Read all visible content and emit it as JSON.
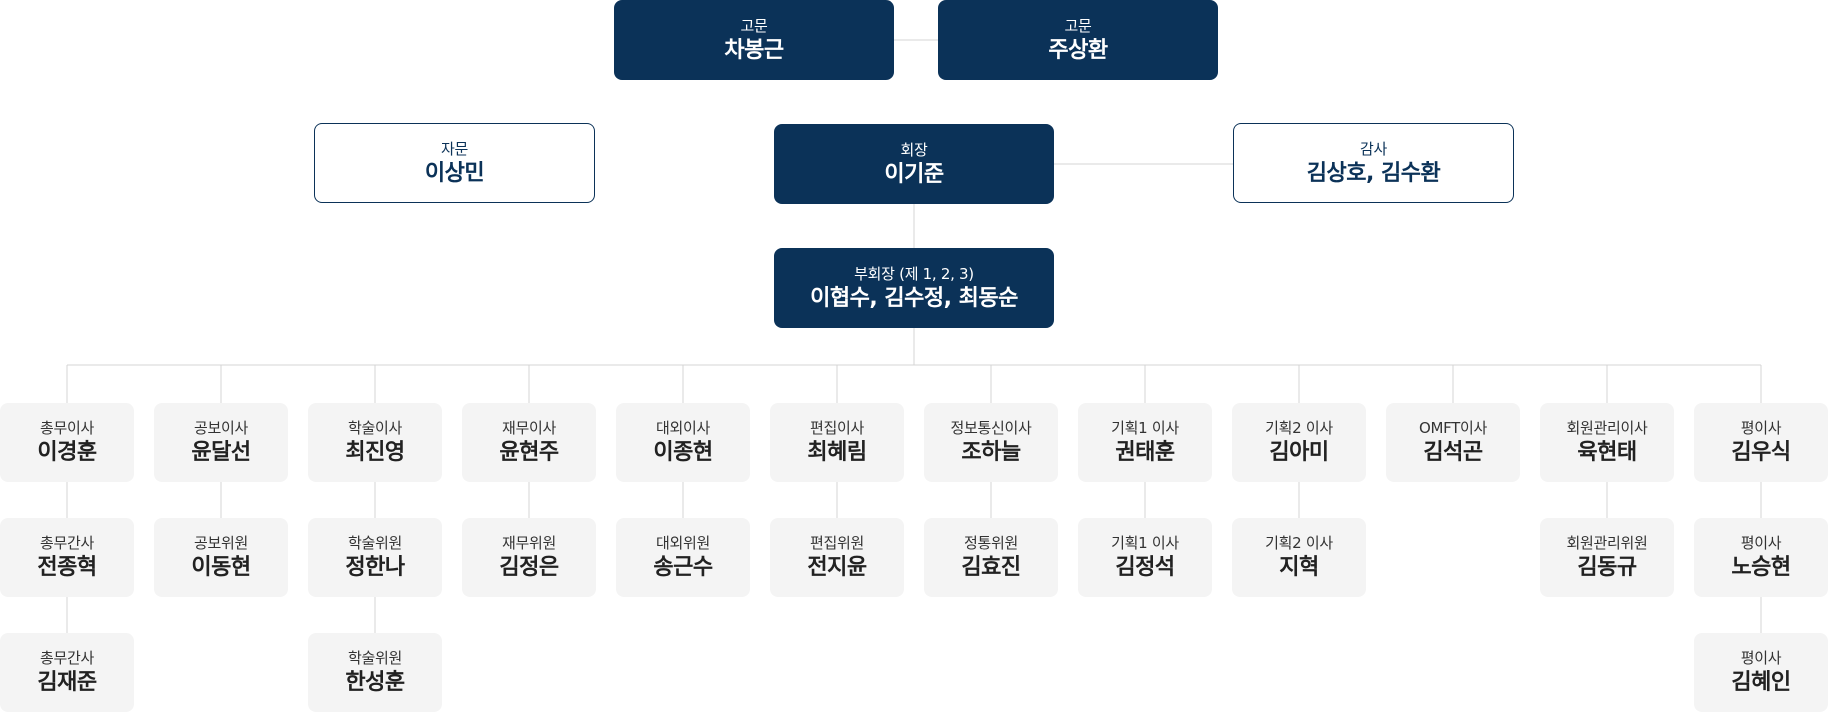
{
  "colors": {
    "primary": "#0b3258",
    "member_bg": "#f4f4f4",
    "line": "#d4d4d4"
  },
  "top": {
    "advisor1": {
      "role": "고문",
      "name": "차봉근"
    },
    "advisor2": {
      "role": "고문",
      "name": "주상환"
    },
    "consultant": {
      "role": "자문",
      "name": "이상민"
    },
    "president": {
      "role": "회장",
      "name": "이기준"
    },
    "auditor": {
      "role": "감사",
      "name": "김상호, 김수환"
    },
    "vice": {
      "role": "부회장 (제 1, 2, 3)",
      "name": "이협수, 김수정, 최동순"
    }
  },
  "columns": [
    {
      "members": [
        {
          "role": "총무이사",
          "name": "이경훈"
        },
        {
          "role": "총무간사",
          "name": "전종혁"
        },
        {
          "role": "총무간사",
          "name": "김재준"
        }
      ]
    },
    {
      "members": [
        {
          "role": "공보이사",
          "name": "윤달선"
        },
        {
          "role": "공보위원",
          "name": "이동현"
        }
      ]
    },
    {
      "members": [
        {
          "role": "학술이사",
          "name": "최진영"
        },
        {
          "role": "학술위원",
          "name": "정한나"
        },
        {
          "role": "학술위원",
          "name": "한성훈"
        }
      ]
    },
    {
      "members": [
        {
          "role": "재무이사",
          "name": "윤현주"
        },
        {
          "role": "재무위원",
          "name": "김정은"
        }
      ]
    },
    {
      "members": [
        {
          "role": "대외이사",
          "name": "이종현"
        },
        {
          "role": "대외위원",
          "name": "송근수"
        }
      ]
    },
    {
      "members": [
        {
          "role": "편집이사",
          "name": "최혜림"
        },
        {
          "role": "편집위원",
          "name": "전지윤"
        }
      ]
    },
    {
      "members": [
        {
          "role": "정보통신이사",
          "name": "조하늘"
        },
        {
          "role": "정통위원",
          "name": "김효진"
        }
      ]
    },
    {
      "members": [
        {
          "role": "기획1 이사",
          "name": "권태훈"
        },
        {
          "role": "기획1 이사",
          "name": "김정석"
        }
      ]
    },
    {
      "members": [
        {
          "role": "기획2 이사",
          "name": "김아미"
        },
        {
          "role": "기획2 이사",
          "name": "지혁"
        }
      ]
    },
    {
      "members": [
        {
          "role": "OMFT이사",
          "name": "김석곤"
        }
      ]
    },
    {
      "members": [
        {
          "role": "회원관리이사",
          "name": "육현태"
        },
        {
          "role": "회원관리위원",
          "name": "김동규"
        }
      ]
    },
    {
      "members": [
        {
          "role": "평이사",
          "name": "김우식"
        },
        {
          "role": "평이사",
          "name": "노승현"
        },
        {
          "role": "평이사",
          "name": "김혜인"
        }
      ]
    }
  ]
}
